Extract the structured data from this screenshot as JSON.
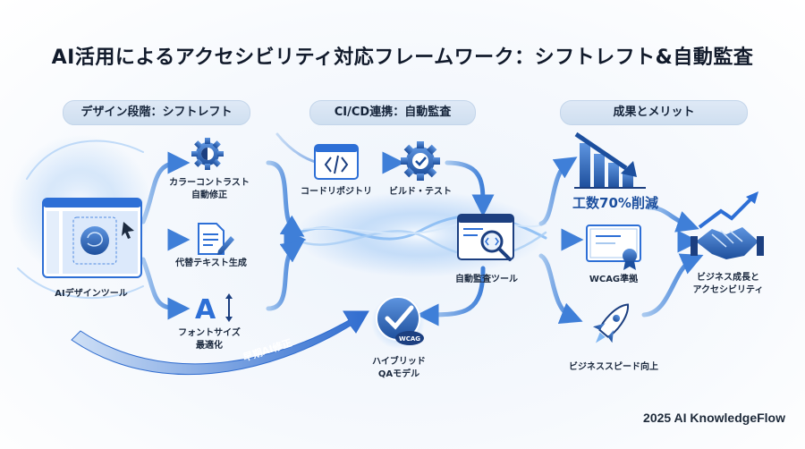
{
  "title": "AI活用によるアクセシビリティ対応フレームワーク：シフトレフト&自動監査",
  "sections": {
    "design": "デザイン段階：シフトレフト",
    "cicd": "CI/CD連携：自動監査",
    "results": "成果とメリット"
  },
  "nodes": {
    "ai_design_tool": "AIデザインツール",
    "color_contrast_1": "カラーコントラスト",
    "color_contrast_2": "自動修正",
    "alt_text": "代替テキスト生成",
    "font_size_1": "フォントサイズ",
    "font_size_2": "最適化",
    "code_repo": "コードリポジトリ",
    "build_test": "ビルド・テスト",
    "auto_audit_tool": "自動監査ツール",
    "hybrid_qa_1": "ハイブリッド",
    "hybrid_qa_2": "QAモデル",
    "wcag_badge": "WCAG",
    "effort_reduction": "工数70%削減",
    "wcag_compliance": "WCAG準拠",
    "business_speed": "ビジネススピード向上",
    "business_growth_1": "ビジネス成長と",
    "business_growth_2": "アクセシビリティ",
    "early_fix": "早期AI修正",
    "font_glyph": "A"
  },
  "footer": "2025 AI KnowledgeFlow",
  "colors": {
    "primary": "#2d6fd6",
    "dark": "#1c4f9e",
    "glow": "#7fb6f2",
    "panel": "#f2f6fc"
  }
}
